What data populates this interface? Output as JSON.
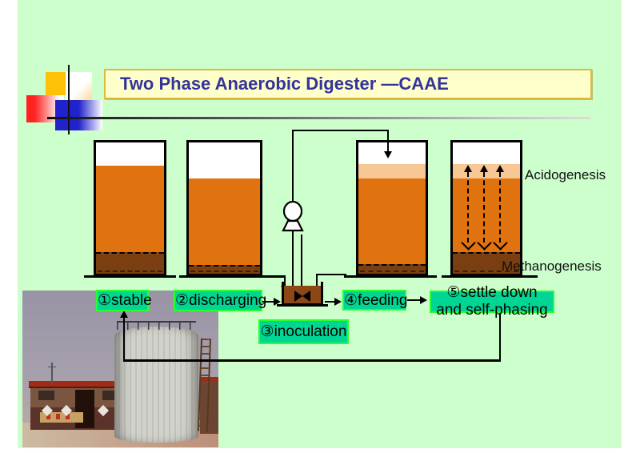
{
  "slide": {
    "title": "Two Phase Anaerobic Digester —CAAE"
  },
  "phases": {
    "top": "Acidogenesis",
    "bottom": "Methanogenesis"
  },
  "steps": [
    {
      "number": "①",
      "label": "stable"
    },
    {
      "number": "②",
      "label": "discharging"
    },
    {
      "number": "③",
      "label": "inoculation"
    },
    {
      "number": "④",
      "label": "feeding"
    },
    {
      "number": "⑤",
      "label": "settle down",
      "label2": "and self-phasing"
    }
  ],
  "colors": {
    "slide_background": "#CCFFCC",
    "title_background": "#FFFFCC",
    "title_text": "#333399",
    "step_box_fill": "#00D694",
    "step_box_border": "#2BFF2B",
    "liquid_orange": "#E0720F",
    "acidogenesis_peach": "#F7C795",
    "sludge_brown": "#7B3E10",
    "mix_tank_brown": "#8B4715",
    "logo_gold": "#FFC107",
    "logo_red": "#FF2222",
    "logo_blue": "#2222CC"
  }
}
